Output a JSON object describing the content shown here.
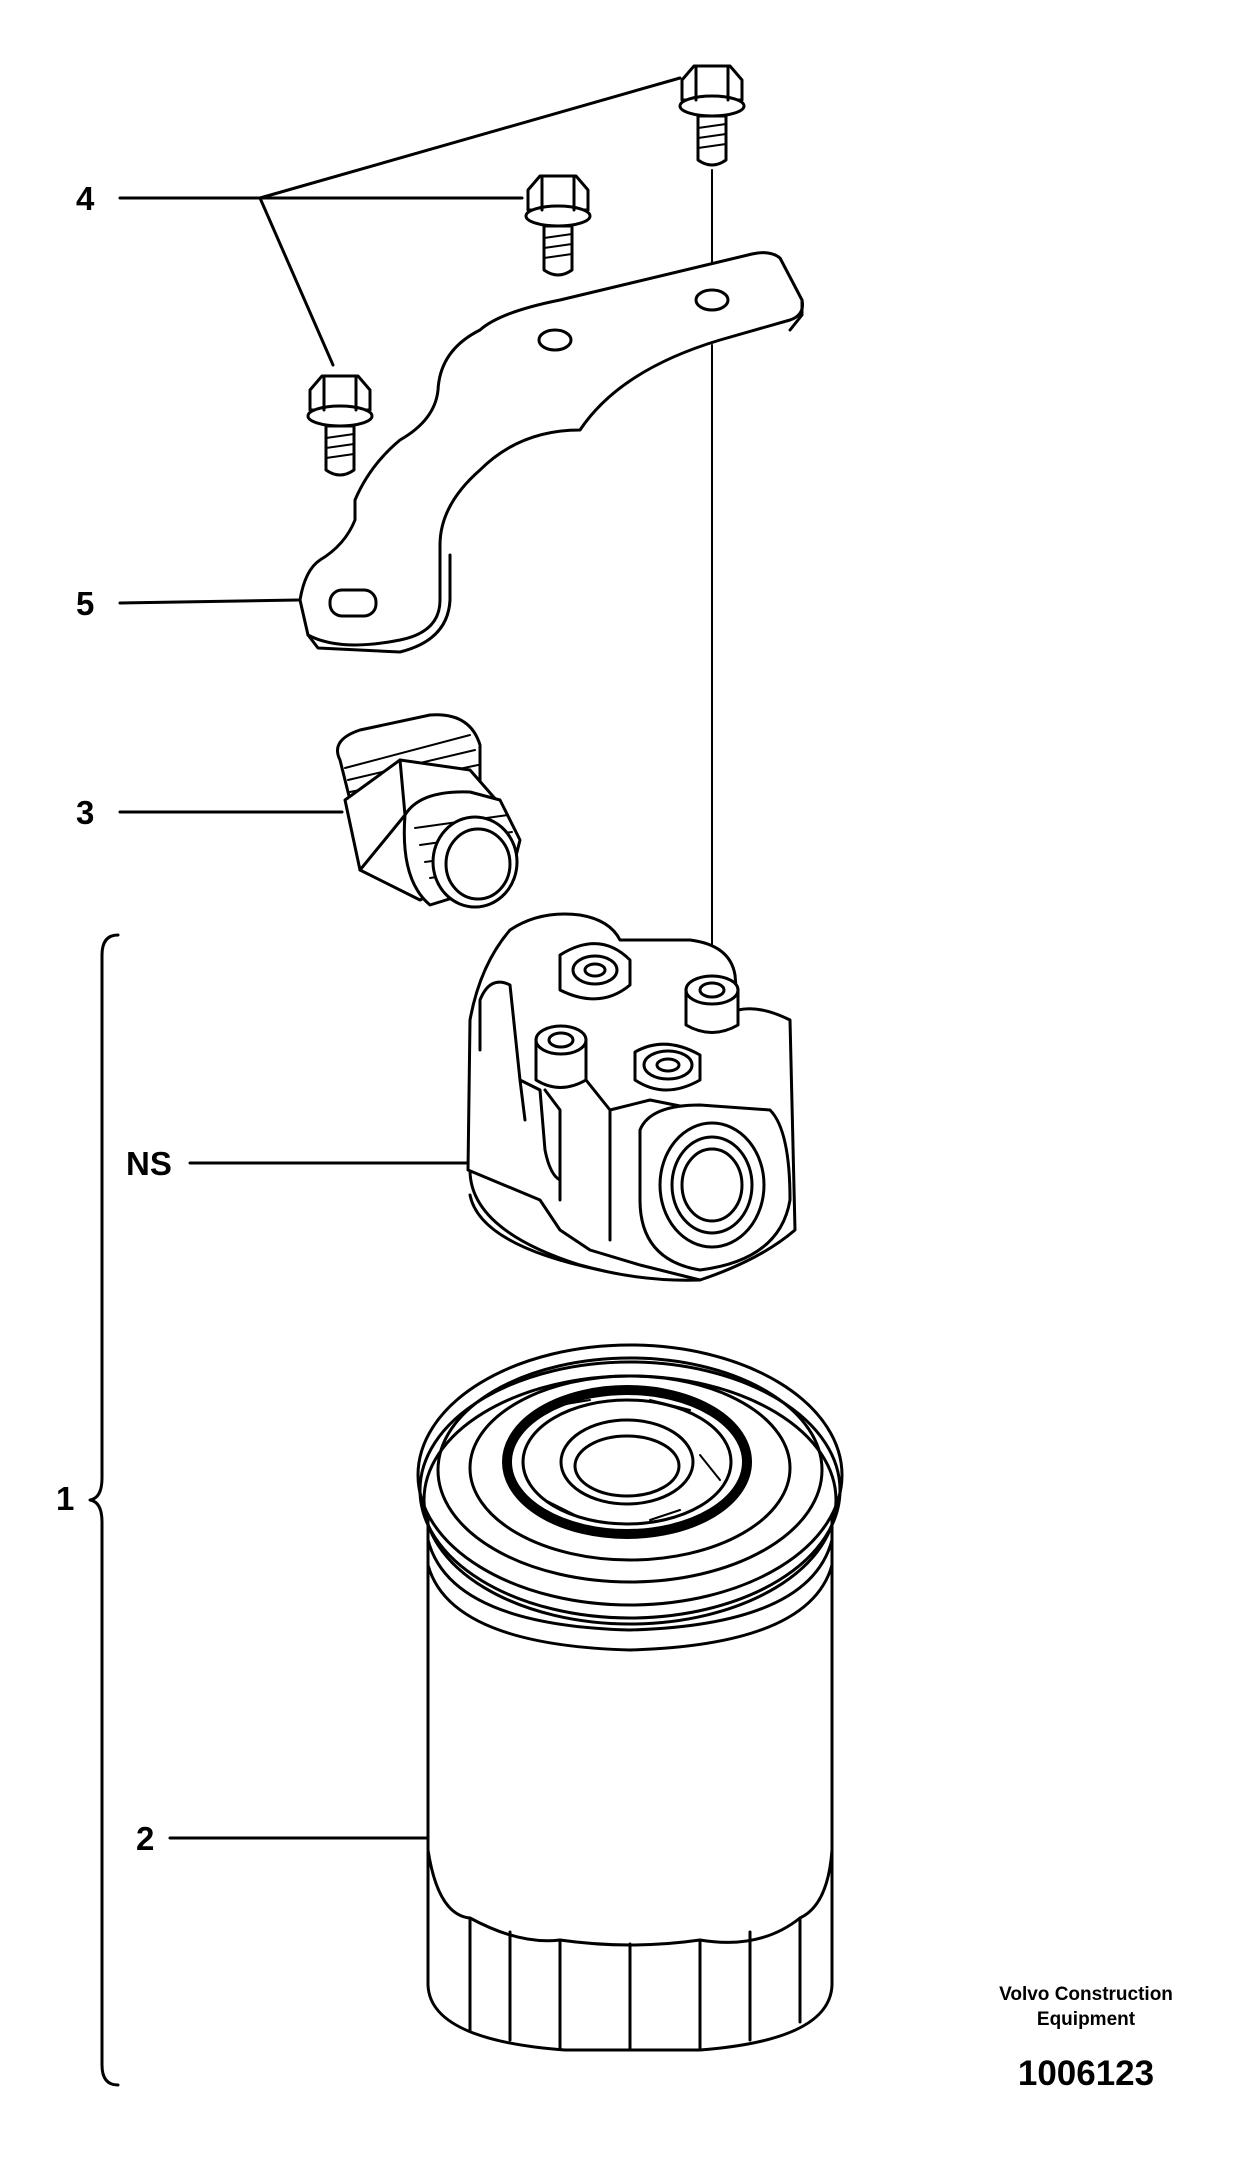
{
  "callouts": {
    "c1": "1",
    "c2": "2",
    "c3": "3",
    "c4": "4",
    "c5": "5",
    "ns": "NS"
  },
  "parts": [
    {
      "callout": "4",
      "icon": "flange-bolt-icon",
      "count": 3
    },
    {
      "callout": "5",
      "icon": "mounting-bracket-icon"
    },
    {
      "callout": "3",
      "icon": "hex-nipple-fitting-icon"
    },
    {
      "callout": "NS",
      "icon": "filter-head-icon"
    },
    {
      "callout": "2",
      "icon": "spin-on-filter-cartridge-icon"
    },
    {
      "callout": "1",
      "icon": "assembly-brace-icon"
    }
  ],
  "footer": {
    "credit_line1": "Volvo Construction",
    "credit_line2": "Equipment",
    "drawing_number": "1006123"
  }
}
